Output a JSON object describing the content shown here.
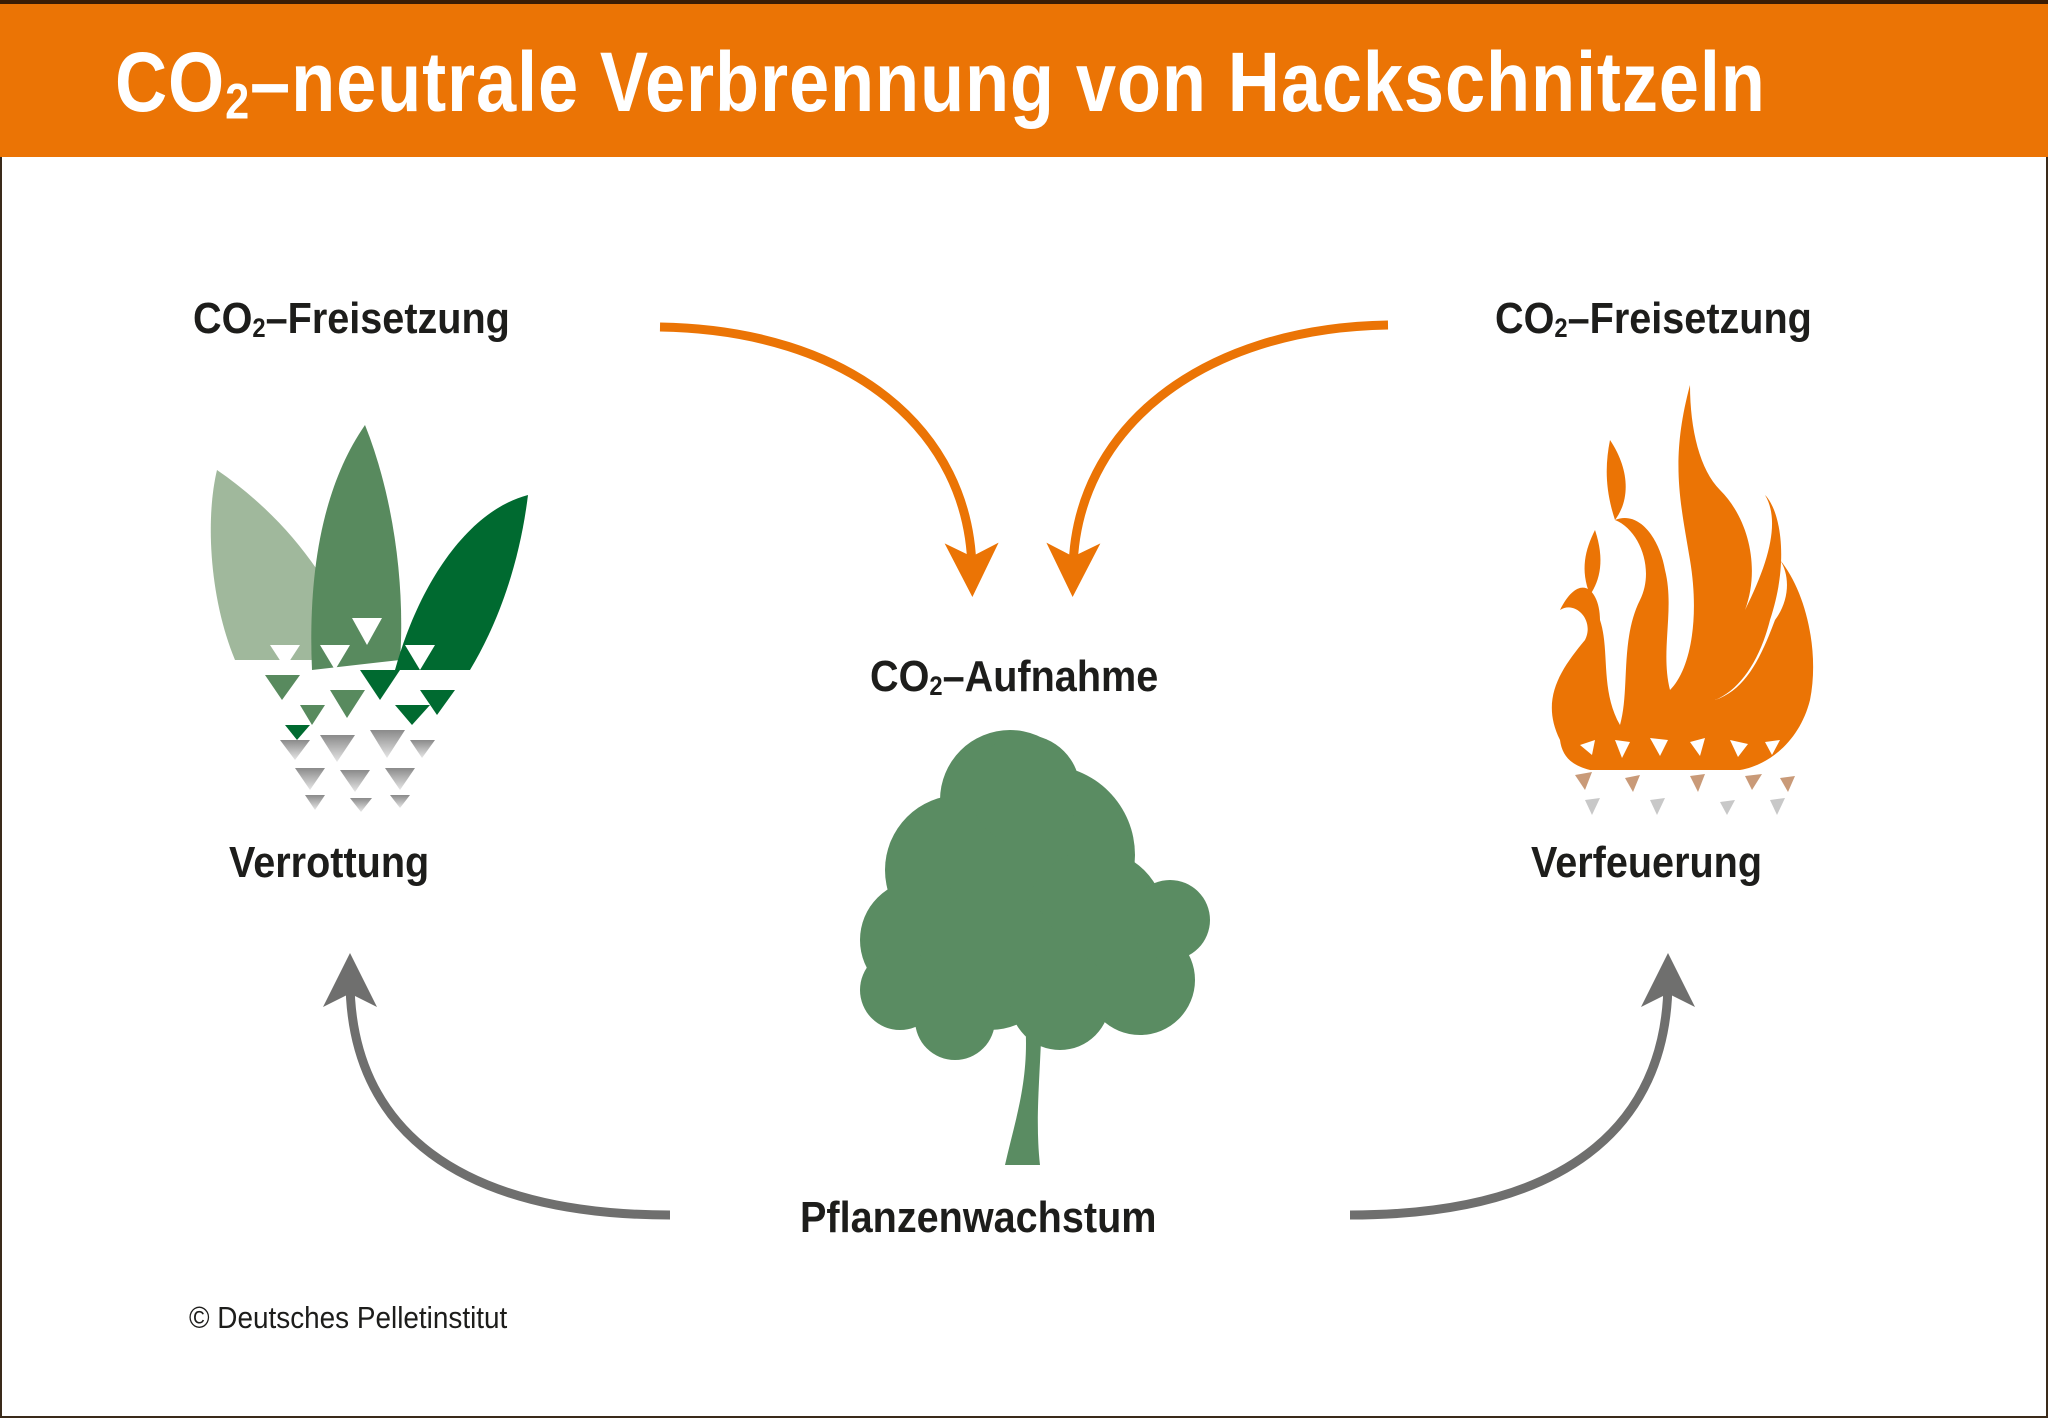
{
  "title": {
    "prefix": "CO",
    "sub": "2",
    "rest": "–neutrale Verbrennung von Hackschnitzeln"
  },
  "labels": {
    "release_left": {
      "prefix": "CO",
      "sub": "2",
      "rest": "–Freisetzung"
    },
    "release_right": {
      "prefix": "CO",
      "sub": "2",
      "rest": "–Freisetzung"
    },
    "uptake": {
      "prefix": "CO",
      "sub": "2",
      "rest": "–Aufnahme"
    },
    "rotting": "Verrottung",
    "burning": "Verfeuerung",
    "growth": "Pflanzenwachstum"
  },
  "copyright": "© Deutsches Pelletinstitut",
  "colors": {
    "orange": "#eb7405",
    "gray": "#6f6f6e",
    "tree": "#5a8c62",
    "leaf_light": "#a0b89c",
    "leaf_mid": "#588a5e",
    "leaf_dark": "#006a30"
  }
}
